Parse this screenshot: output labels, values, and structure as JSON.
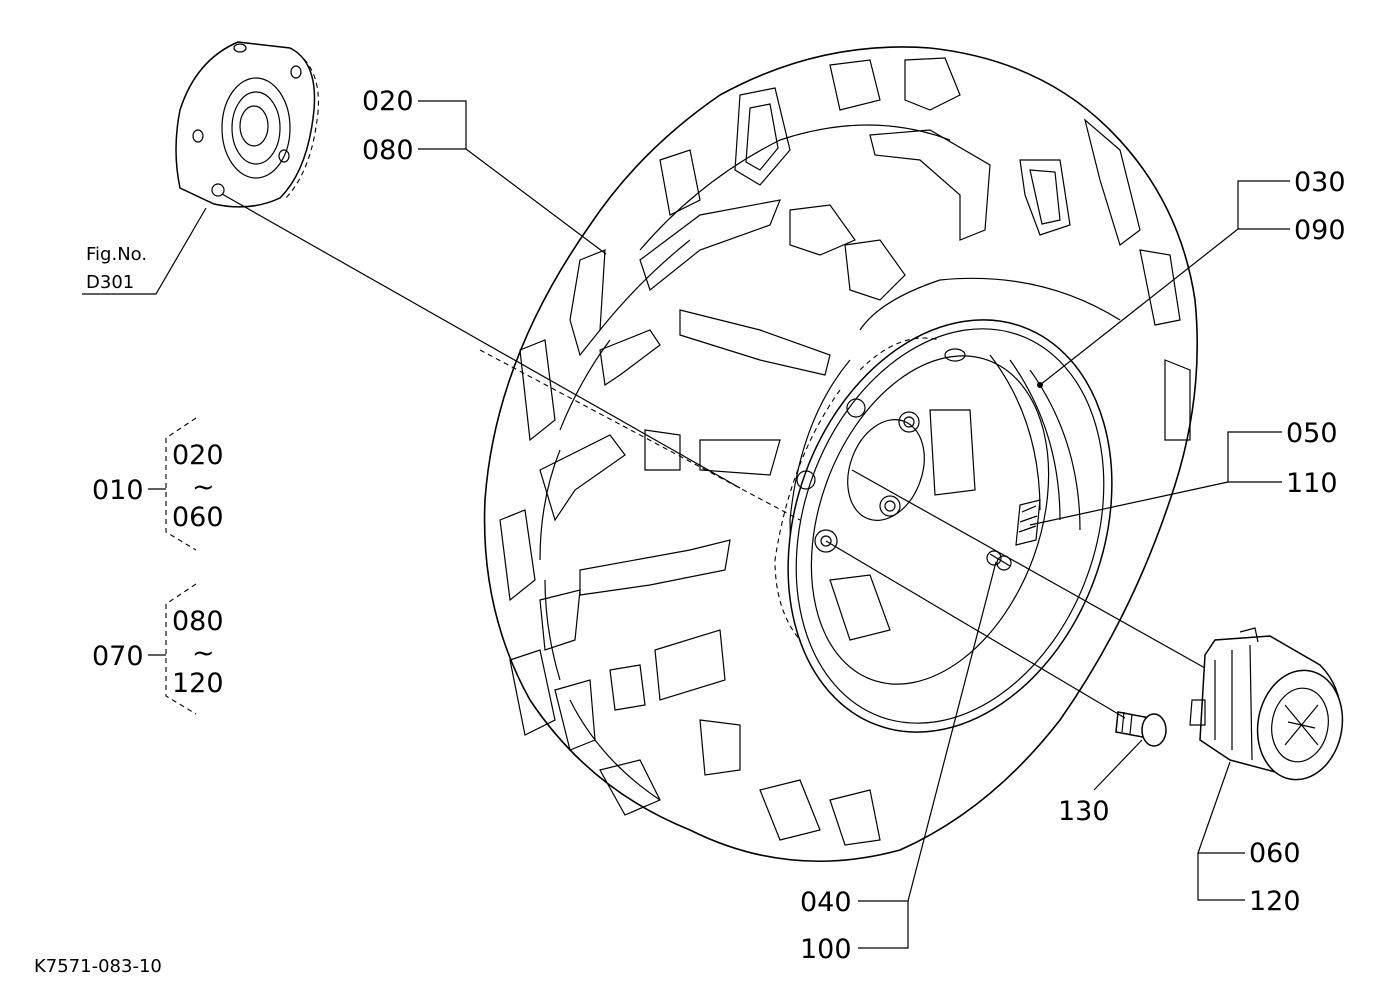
{
  "fig_ref": {
    "line1": "Fig.No.",
    "line2": "D301"
  },
  "drawing_no": "K7571-083-10",
  "callouts": {
    "p020": "020",
    "p080": "080",
    "p030": "030",
    "p090": "090",
    "p050": "050",
    "p110": "110",
    "p040": "040",
    "p100": "100",
    "p060": "060",
    "p120": "120",
    "p130": "130"
  },
  "groups": [
    {
      "parent": "010",
      "from": "020",
      "range_symbol": "~",
      "to": "060"
    },
    {
      "parent": "070",
      "from": "080",
      "range_symbol": "~",
      "to": "120"
    }
  ],
  "colors": {
    "line": "#000000",
    "background": "#ffffff"
  }
}
